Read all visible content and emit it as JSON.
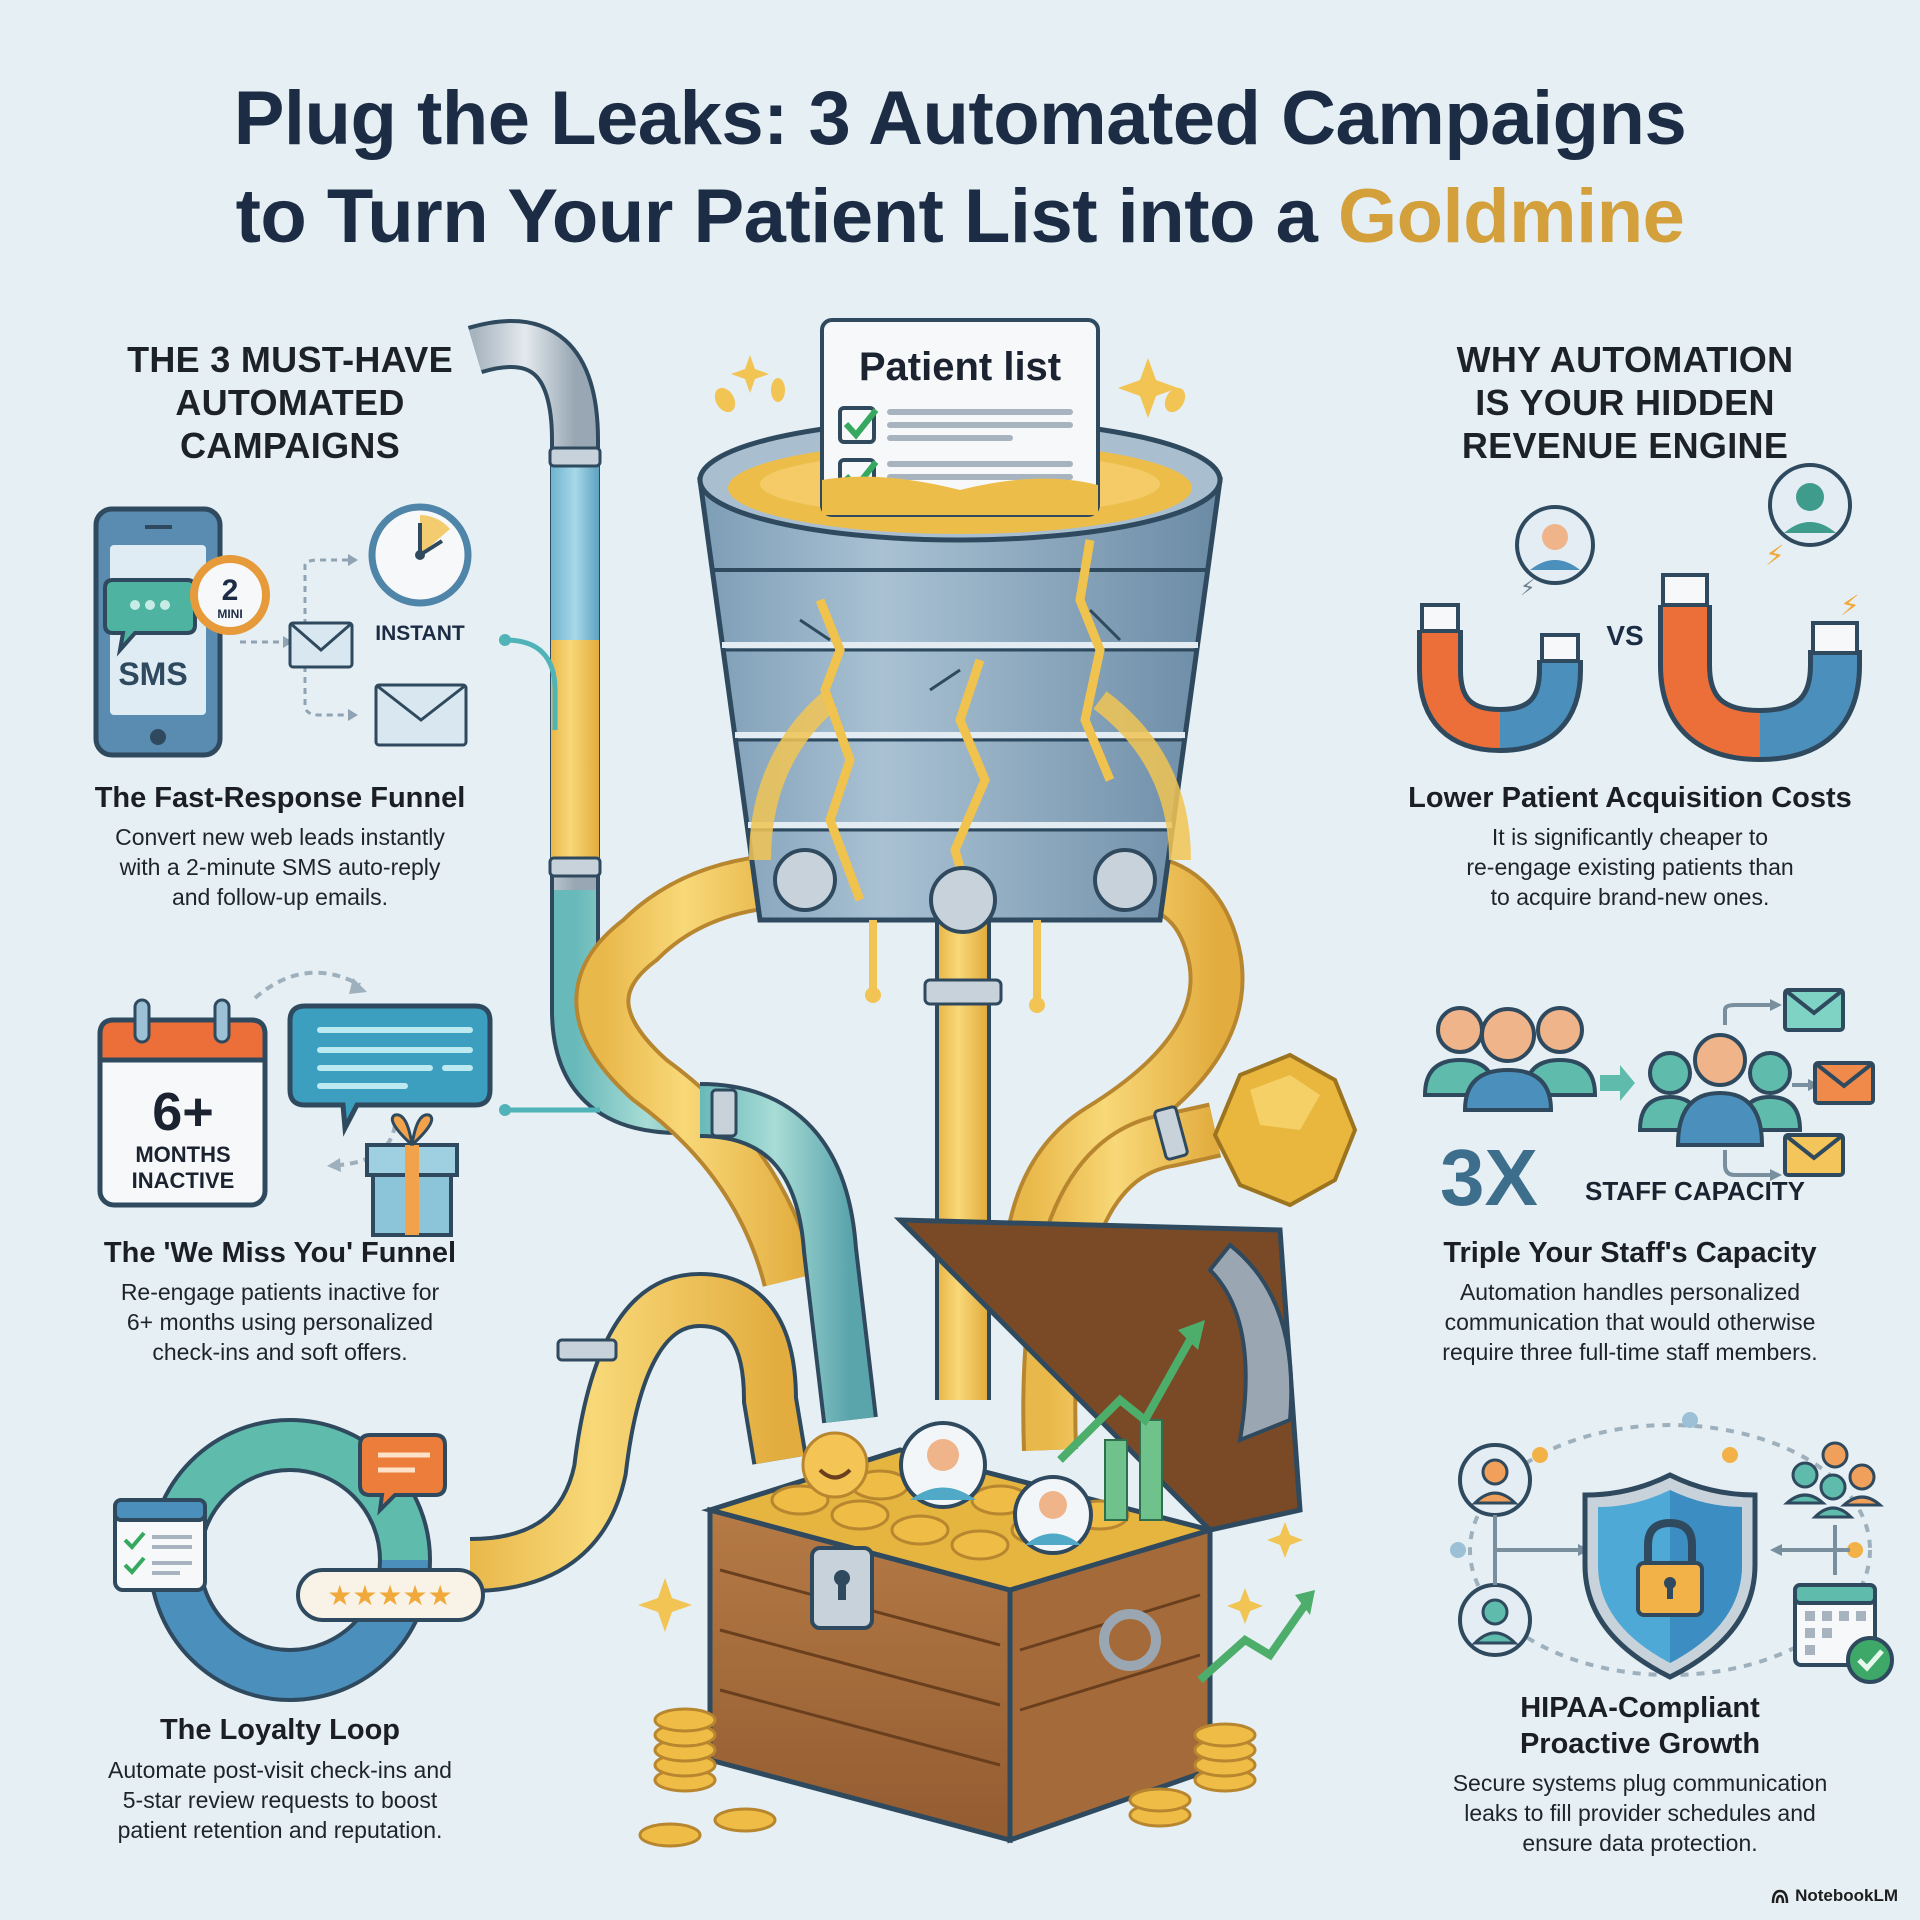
{
  "title": {
    "line1": "Plug the Leaks: 3 Automated Campaigns",
    "line2_prefix": "to Turn Your Patient List into a ",
    "line2_highlight": "Goldmine"
  },
  "colors": {
    "background": "#e5eff4",
    "title": "#1c2c44",
    "gold": "#d3a03c",
    "pipe_blue": "#5fa8c8",
    "pipe_gold": "#f1c453",
    "teal": "#4fb3a2",
    "orange": "#ea7a3c"
  },
  "left": {
    "heading": "THE 3 MUST-HAVE AUTOMATED CAMPAIGNS",
    "heading_lines": [
      "THE 3 MUST-HAVE",
      "AUTOMATED",
      "CAMPAIGNS"
    ],
    "items": [
      {
        "title": "The Fast-Response Funnel",
        "desc_lines": [
          "Convert new web leads instantly",
          "with a 2-minute SMS auto-reply",
          "and follow-up emails."
        ],
        "icon": {
          "phone_label": "SMS",
          "badge_number": "2",
          "badge_unit": "MINI",
          "clock_label": "INSTANT"
        }
      },
      {
        "title": "The 'We Miss You' Funnel",
        "desc_lines": [
          "Re-engage patients inactive for",
          "6+ months using personalized",
          "check-ins and soft offers."
        ],
        "icon": {
          "calendar_number": "6+",
          "calendar_line1": "MONTHS",
          "calendar_line2": "INACTIVE"
        }
      },
      {
        "title": "The Loyalty Loop",
        "desc_lines": [
          "Automate post-visit check-ins and",
          "5-star review requests to boost",
          "patient retention and reputation."
        ],
        "icon": {
          "stars": 5
        }
      }
    ]
  },
  "center": {
    "document_label": "Patient list"
  },
  "right": {
    "heading": "WHY AUTOMATION IS YOUR HIDDEN REVENUE ENGINE",
    "heading_lines": [
      "WHY AUTOMATION",
      "IS YOUR HIDDEN",
      "REVENUE ENGINE"
    ],
    "items": [
      {
        "title": "Lower Patient Acquisition Costs",
        "desc_lines": [
          "It is significantly cheaper to",
          "re-engage existing patients than",
          "to acquire brand-new ones."
        ],
        "icon": {
          "vs_label": "VS"
        }
      },
      {
        "title": "Triple Your Staff's Capacity",
        "desc_lines": [
          "Automation handles personalized",
          "communication that would otherwise",
          "require three full-time staff members."
        ],
        "icon": {
          "multiplier": "3X",
          "caption": "STAFF CAPACITY"
        }
      },
      {
        "title_lines": [
          "HIPAA-Compliant",
          "Proactive Growth"
        ],
        "desc_lines": [
          "Secure systems plug communication",
          "leaks to fill provider schedules and",
          "ensure data protection."
        ]
      }
    ]
  },
  "watermark": "NotebookLM"
}
